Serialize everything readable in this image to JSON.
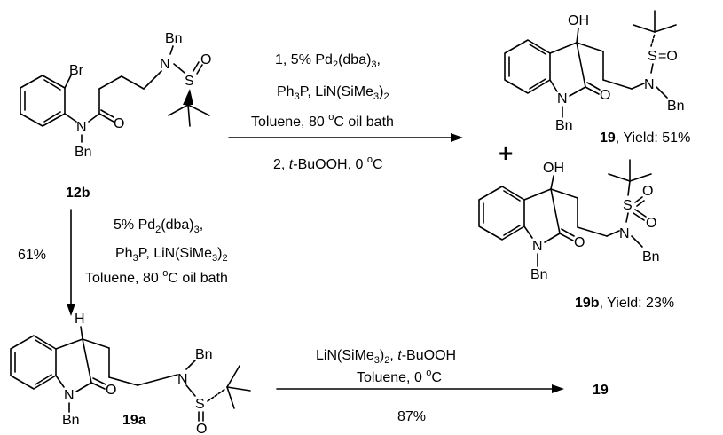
{
  "compounds": {
    "c12b": {
      "label": "12b",
      "atoms": {
        "br": "Br",
        "n_amide": "N",
        "bn_amide": "Bn",
        "o_amide": "O",
        "n_sulf": "N",
        "bn_sulf": "Bn",
        "s": "S",
        "o_s": "O"
      }
    },
    "c19": {
      "label": "19",
      "yield": ", Yield: 51%",
      "atoms": {
        "oh": "OH",
        "n_ring": "N",
        "o_ring": "O",
        "bn_ring": "Bn",
        "s": "S",
        "o_s": "=O",
        "n_sulf": "N",
        "bn_sulf": "Bn"
      }
    },
    "c19b": {
      "label": "19b",
      "yield": ", Yield: 23%",
      "atoms": {
        "oh": "OH",
        "n_ring": "N",
        "o_ring": "O",
        "bn_ring": "Bn",
        "s": "S",
        "o1": "O",
        "o2": "O",
        "n_sulf": "N",
        "bn_sulf": "Bn"
      }
    },
    "c19a": {
      "label": "19a",
      "atoms": {
        "h": "H",
        "n_ring": "N",
        "o_ring": "O",
        "bn_ring": "Bn",
        "n_sulf": "N",
        "bn_sulf": "Bn",
        "s": "S",
        "o_s": "O"
      }
    },
    "c19_product": {
      "label": "19"
    }
  },
  "reactions": {
    "top": {
      "line1": [
        "1, 5% Pd",
        "2",
        "(dba)",
        "3",
        ","
      ],
      "line2": [
        "Ph",
        "3",
        "P, LiN(SiMe",
        "3",
        ")",
        "2"
      ],
      "line3": [
        "Toluene, 80 ",
        "o",
        "C oil bath"
      ],
      "line4": [
        "2, ",
        "t",
        "-BuOOH, 0 ",
        "o",
        "C"
      ]
    },
    "down": {
      "yield": "61%",
      "line1": [
        "5% Pd",
        "2",
        "(dba)",
        "3",
        ","
      ],
      "line2": [
        "Ph",
        "3",
        "P, LiN(SiMe",
        "3",
        ")",
        "2"
      ],
      "line3": [
        "Toluene, 80 ",
        "o",
        "C oil bath"
      ]
    },
    "bottom": {
      "line1": [
        "LiN(SiMe",
        "3",
        ")",
        "2",
        ", ",
        "t",
        "-BuOOH"
      ],
      "line2": [
        "Toluene, 0 ",
        "o",
        "C"
      ],
      "yield": "87%"
    },
    "plus": "+"
  }
}
